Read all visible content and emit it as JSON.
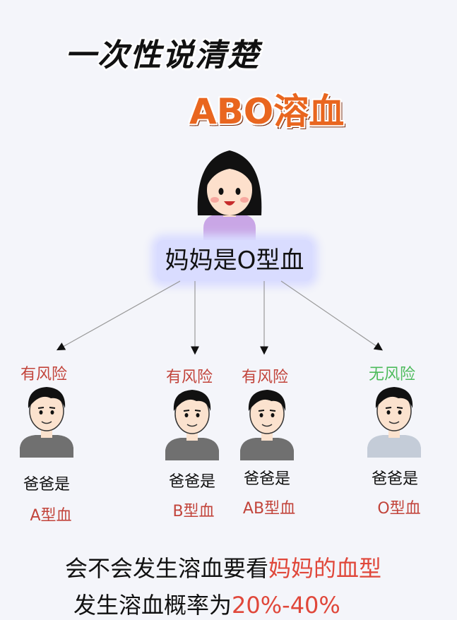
{
  "title": {
    "line1": "一次性说清楚",
    "line2": "ABO溶血"
  },
  "mother": {
    "label": "妈妈是O型血"
  },
  "fathers": [
    {
      "risk": "有风险",
      "risk_level": "risk",
      "label": "爸爸是",
      "blood_type": "A型血"
    },
    {
      "risk": "有风险",
      "risk_level": "risk",
      "label": "爸爸是",
      "blood_type": "B型血"
    },
    {
      "risk": "有风险",
      "risk_level": "risk",
      "label": "爸爸是",
      "blood_type": "AB型血"
    },
    {
      "risk": "无风险",
      "risk_level": "none",
      "label": "爸爸是",
      "blood_type": "O型血"
    }
  ],
  "footer": {
    "line1_prefix": "会不会发生溶血要看",
    "line1_highlight": "妈妈的血型",
    "line2_prefix": "发生溶血概率为",
    "line2_highlight": "20%-40%"
  },
  "colors": {
    "risk": "#c2443b",
    "no_risk": "#4dbb5c",
    "title_accent": "#e9661f",
    "mother_shirt": "#c9a6e6",
    "father_shirt_risk": "#707070",
    "father_shirt_none": "#c4ccd8"
  }
}
